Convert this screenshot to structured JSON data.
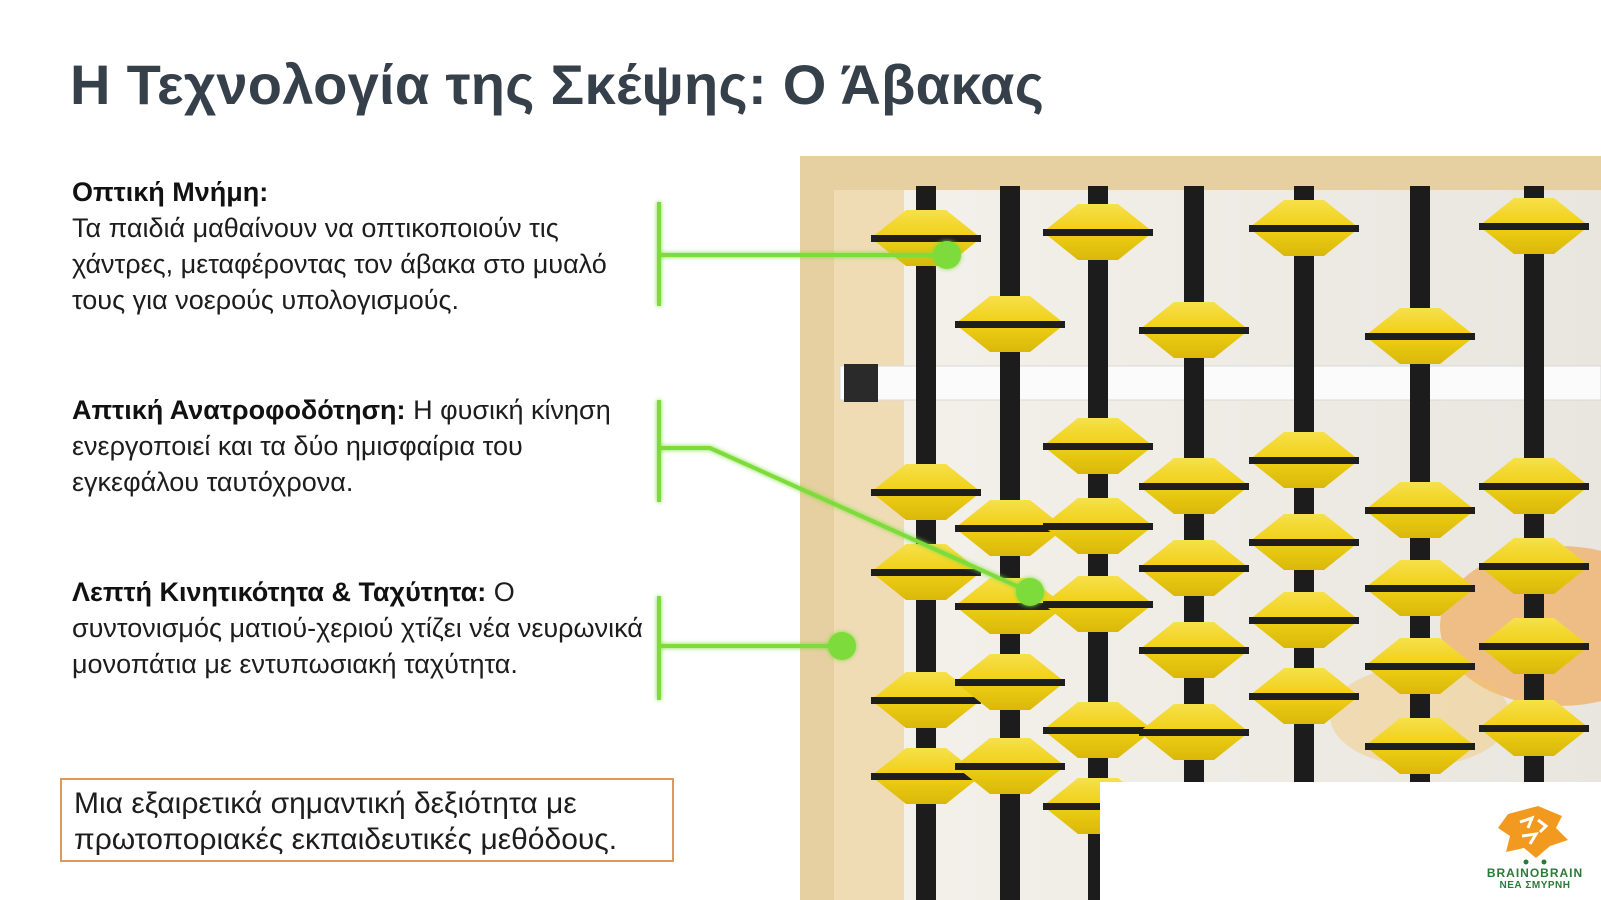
{
  "slide": {
    "title": "Η Τεχνολογία της Σκέψης: Ο Άβακας",
    "points": [
      {
        "heading": "Οπτική Μνήμη:",
        "text": "Τα παιδιά μαθαίνουν να οπτικοποιούν τις χάντρες, μεταφέροντας τον άβακα στο μυαλό τους για νοερούς υπολογισμούς."
      },
      {
        "heading": "Απτική Ανατροφοδότηση:",
        "text": "Η φυσική κίνηση ενεργοποιεί και τα δύο ημισφαίρια του εγκεφάλου ταυτόχρονα."
      },
      {
        "heading": "Λεπτή Κινητικότητα & Ταχύτητα:",
        "text": "Ο συντονισμός ματιού-χεριού χτίζει νέα νευρωνικά μονοπάτια με εντυπωσιακή ταχύτητα."
      }
    ],
    "highlight": "Μια εξαιρετικά σημαντική δεξιότητα με πρωτοποριακές εκπαιδευτικές μεθόδους."
  },
  "logo": {
    "brand": "BRAINOBRAIN",
    "location": "ΝΕΑ ΣΜΥΡΝΗ"
  },
  "colors": {
    "title": "#35404a",
    "connector": "#7ddc3a",
    "bead": "#f2d51e",
    "frame": "#e9d3a6",
    "highlight_border": "#e0975a",
    "logo": "#f29a1f"
  }
}
